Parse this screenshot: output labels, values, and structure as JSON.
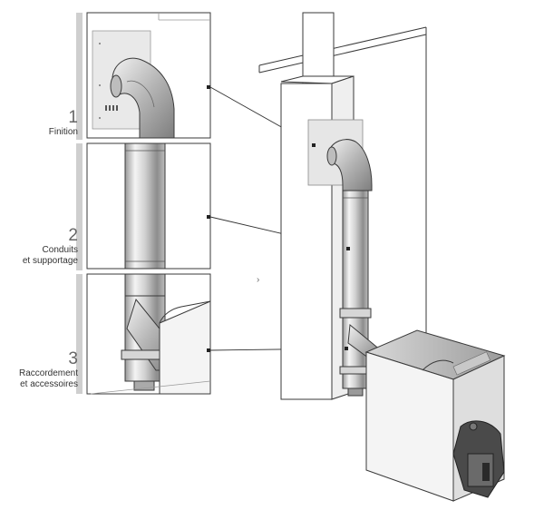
{
  "steps": [
    {
      "number": "1",
      "label_lines": [
        "Finition"
      ]
    },
    {
      "number": "2",
      "label_lines": [
        "Conduits",
        "et supportage"
      ]
    },
    {
      "number": "3",
      "label_lines": [
        "Raccordement",
        "et accessoires"
      ]
    }
  ],
  "colors": {
    "pipe_light": "#f2f2f2",
    "pipe_dark": "#8a8a8a",
    "outline": "#3a3a3a",
    "wall_plate": "#e9e9e9",
    "step_bar": "#c8c8c8",
    "boiler_body": "#f4f4f4",
    "boiler_top": "#b8b8b8",
    "burner": "#4a4a4a"
  },
  "icons": [
    "wall-plate-icon",
    "chimney-elbow-icon",
    "flue-pipe-icon",
    "tee-connector-icon",
    "boiler-icon",
    "burner-icon"
  ]
}
